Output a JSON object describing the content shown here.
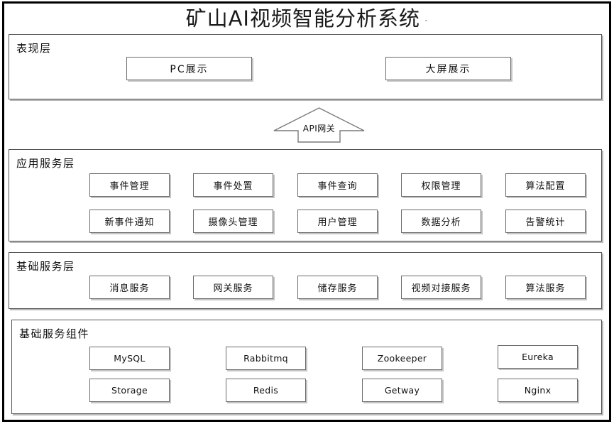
{
  "title": {
    "text": "矿山AI视频智能分析系统",
    "trailing_mark": "."
  },
  "gateway": {
    "label": "API网关",
    "icon": "up-arrow-shape"
  },
  "layers": [
    {
      "id": "presentation",
      "label": "表现层",
      "nodes": [
        {
          "label": "PC展示"
        },
        {
          "label": "大屏展示"
        }
      ]
    },
    {
      "id": "application-service",
      "label": "应用服务层",
      "nodes_row1": [
        {
          "label": "事件管理"
        },
        {
          "label": "事件处置"
        },
        {
          "label": "事件查询"
        },
        {
          "label": "权限管理"
        },
        {
          "label": "算法配置"
        }
      ],
      "nodes_row2": [
        {
          "label": "新事件通知"
        },
        {
          "label": "摄像头管理"
        },
        {
          "label": "用户管理"
        },
        {
          "label": "数据分析"
        },
        {
          "label": "告警统计"
        }
      ]
    },
    {
      "id": "basic-service",
      "label": "基础服务层",
      "nodes_row1": [
        {
          "label": "消息服务"
        },
        {
          "label": "网关服务"
        },
        {
          "label": "储存服务"
        },
        {
          "label": "视频对接服务"
        },
        {
          "label": "算法服务"
        }
      ]
    },
    {
      "id": "basic-components",
      "label": "基础服务组件",
      "nodes_row1": [
        {
          "label": "MySQL"
        },
        {
          "label": "Rabbitmq"
        },
        {
          "label": "Zookeeper"
        },
        {
          "label": "Eureka"
        }
      ],
      "nodes_row2": [
        {
          "label": "Storage"
        },
        {
          "label": "Redis"
        },
        {
          "label": "Getway"
        },
        {
          "label": "Nginx"
        }
      ]
    }
  ],
  "colors": {
    "frame": "#000000",
    "layer_border": "#555555",
    "node_border": "#6b6b6b",
    "shadow": "#c4c4c4",
    "text": "#111111",
    "background": "#ffffff"
  }
}
